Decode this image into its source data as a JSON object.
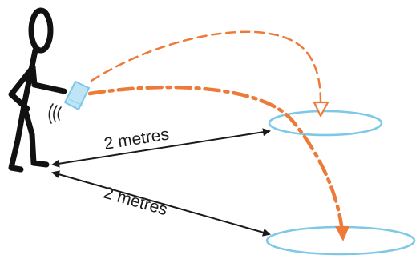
{
  "diagram": {
    "labels": {
      "upper_distance": "2 metres",
      "lower_distance": "2 metres"
    },
    "colors": {
      "figure": "#111111",
      "device": "#9dd3ee",
      "target_ring": "#7cc8e6",
      "trajectory": "#ee7a3a",
      "measure_arrow": "#1a1a1a"
    },
    "icons": [
      "stick-figure",
      "handheld-device",
      "signal-waves"
    ]
  }
}
